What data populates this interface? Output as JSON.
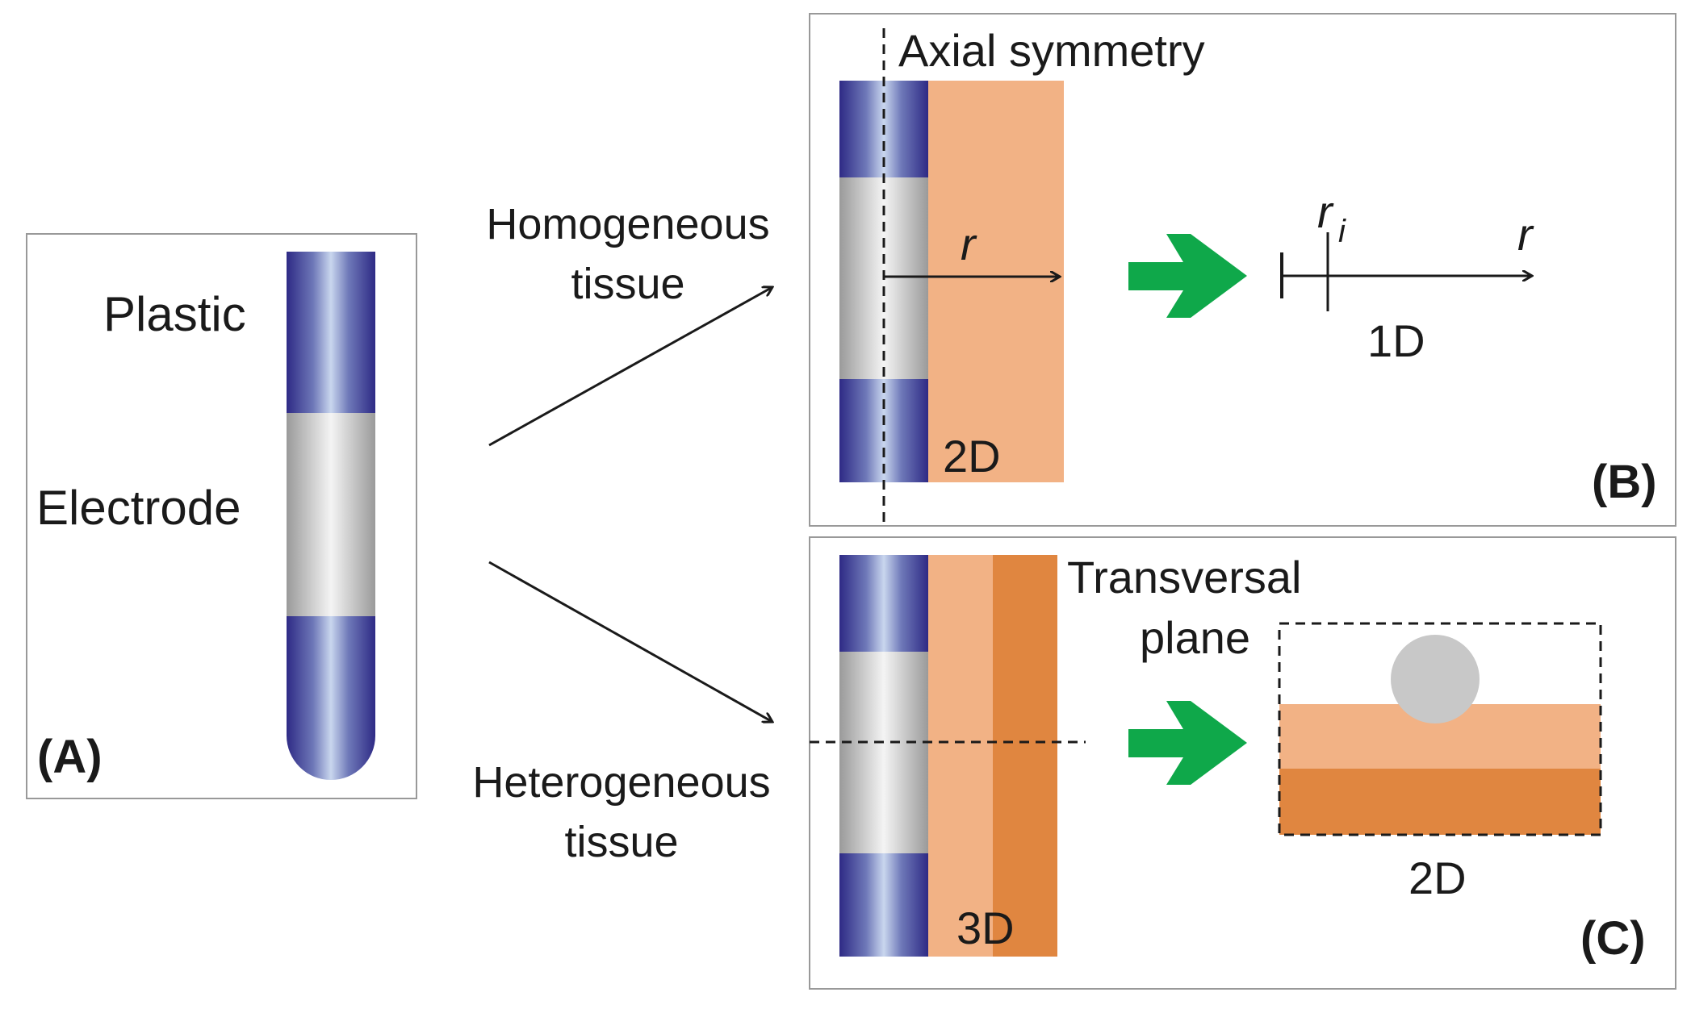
{
  "colors": {
    "plastic_text": "#2a2a86",
    "electrode_text": "#8c8c8c",
    "arrow_green": "#0fa84a",
    "tissue_light": "#f2b285",
    "tissue_dark": "#e08640",
    "sphere": "#c8c8c8",
    "plastic_band": "#2e2a85",
    "electrode_band": "#cfcfcf"
  },
  "panel_a": {
    "plastic_label": "Plastic",
    "electrode_label": "Electrode",
    "panel_label": "(A)"
  },
  "homogeneous_label": {
    "line1": "Homogeneous",
    "line2": "tissue"
  },
  "heterogeneous_label": {
    "line1": "Heterogeneous",
    "line2": "tissue"
  },
  "panel_b": {
    "title": "Axial symmetry",
    "radius_label": "r",
    "dim_2d": "2D",
    "ri_main": "r",
    "ri_sub": "i",
    "r_axis": "r",
    "dim_1d": "1D",
    "panel_label": "(B)"
  },
  "panel_c": {
    "plane_line1": "Transversal",
    "plane_line2": "plane",
    "dim_3d": "3D",
    "dim_2d": "2D",
    "panel_label": "(C)"
  }
}
